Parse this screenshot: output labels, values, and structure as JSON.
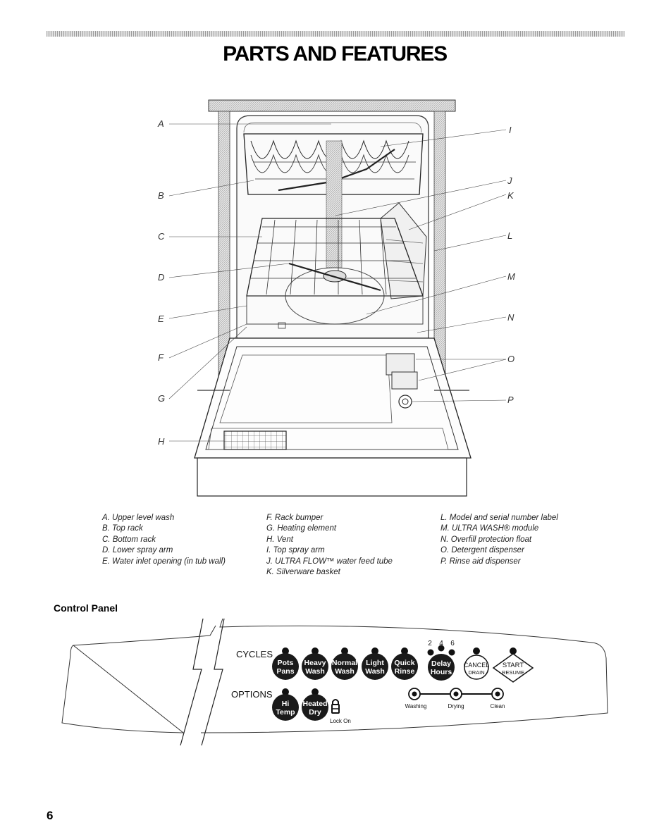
{
  "page": {
    "title": "PARTS AND FEATURES",
    "page_number": "6"
  },
  "callouts": [
    "A",
    "B",
    "C",
    "D",
    "E",
    "F",
    "G",
    "H",
    "I",
    "J",
    "K",
    "L",
    "M",
    "N",
    "O",
    "P"
  ],
  "legend": {
    "col1": [
      "A. Upper level wash",
      "B. Top rack",
      "C. Bottom rack",
      "D. Lower spray arm",
      "E. Water inlet opening (in tub wall)"
    ],
    "col2": [
      "F. Rack bumper",
      "G. Heating element",
      "H. Vent",
      "I. Top spray arm",
      "J. ULTRA FLOW™ water feed tube",
      "K. Silverware basket"
    ],
    "col3": [
      "L. Model and serial number label",
      "M. ULTRA WASH® module",
      "N. Overfill protection float",
      "O. Detergent dispenser",
      "P. Rinse aid dispenser"
    ]
  },
  "control_panel": {
    "section_title": "Control Panel",
    "cycles_label": "CYCLES",
    "options_label": "OPTIONS",
    "cycle_buttons": [
      {
        "line1": "Pots",
        "line2": "Pans"
      },
      {
        "line1": "Heavy",
        "line2": "Wash"
      },
      {
        "line1": "Normal",
        "line2": "Wash"
      },
      {
        "line1": "Light",
        "line2": "Wash"
      },
      {
        "line1": "Quick",
        "line2": "Rinse"
      },
      {
        "line1": "Delay",
        "line2": "Hours"
      }
    ],
    "delay_numbers": [
      "2",
      "4",
      "6"
    ],
    "cancel": {
      "line1": "CANCEL",
      "line2": "DRAIN"
    },
    "start": {
      "line1": "START",
      "line2": "RESUME"
    },
    "option_buttons": [
      {
        "line1": "Hi",
        "line2": "Temp"
      },
      {
        "line1": "Heated",
        "line2": "Dry"
      }
    ],
    "lock_label": "Lock On",
    "status_labels": [
      "Washing",
      "Drying",
      "Clean"
    ]
  }
}
